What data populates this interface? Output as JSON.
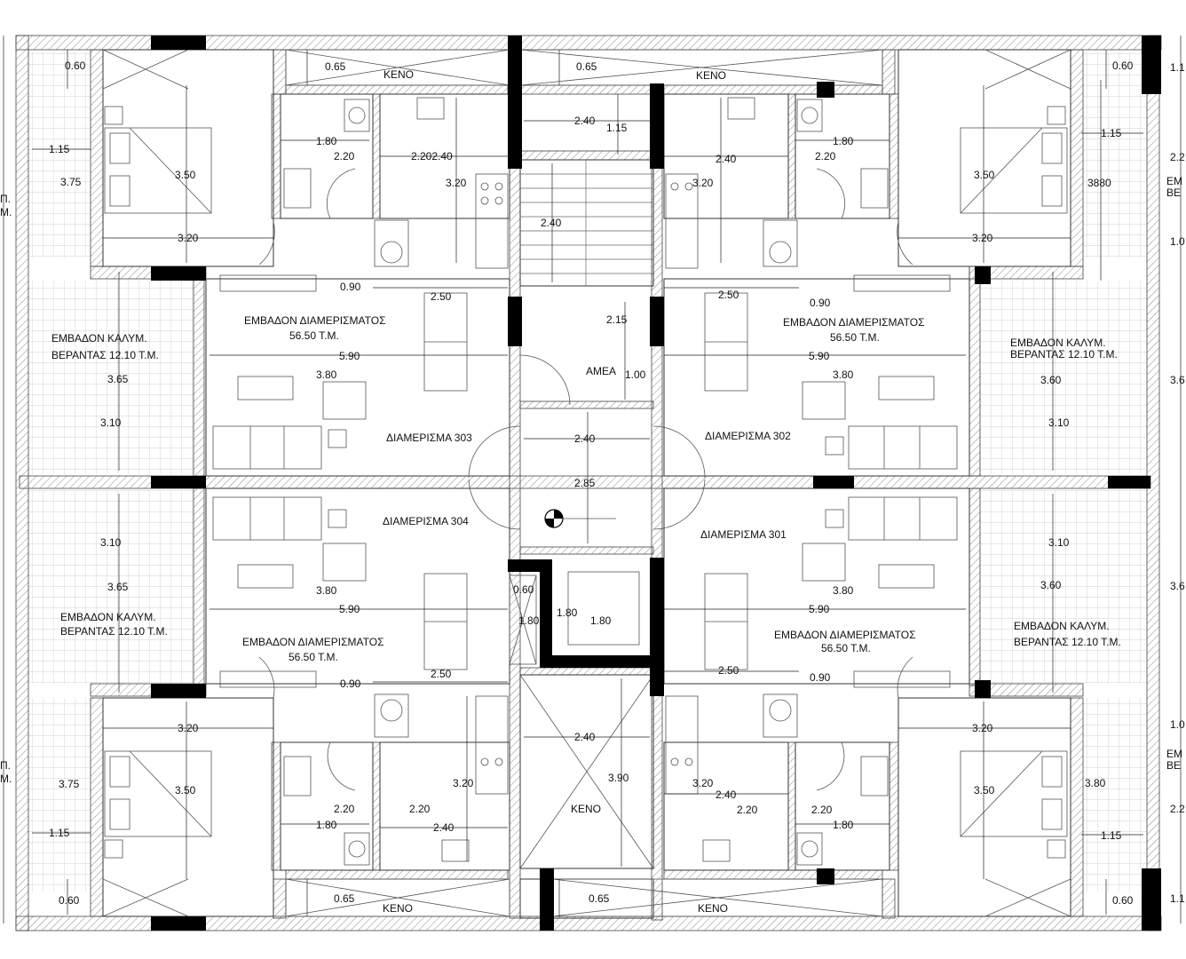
{
  "labels": {
    "apt_301": "ΔΙΑΜΕΡΙΣΜΑ 301",
    "apt_302": "ΔΙΑΜΕΡΙΣΜΑ 302",
    "apt_303": "ΔΙΑΜΕΡΙΣΜΑ 303",
    "apt_304": "ΔΙΑΜΕΡΙΣΜΑ 304",
    "area_label": "ΕΜΒΑΔΟΝ ΔΙΑΜΕΡΙΣΜΑΤΟΣ",
    "area_value": "56.50 Τ.Μ.",
    "veranda_label": "ΕΜΒΑΔΟΝ ΚΑΛΥΜ.",
    "veranda_value": "ΒΕΡΑΝΤΑΣ 12.10 Τ.Μ.",
    "void": "ΚΕΝΟ",
    "amea": "ΑΜΕΑ",
    "cut_left_1": "Π.",
    "cut_left_2": "Μ.",
    "cut_right_1": "ΕΜ",
    "cut_right_2": "ΒΕ"
  },
  "dims": {
    "d060": "0.60",
    "d065": "0.65",
    "d090": "0.90",
    "d100": "1.00",
    "d115": "1.15",
    "d180": "1.80",
    "d215": "2.15",
    "d220": "2.20",
    "d2202": "2.202.40",
    "d240": "2.40",
    "d250": "2.50",
    "d285": "2.85",
    "d310": "3.10",
    "d320": "3.20",
    "d350": "3.50",
    "d360": "3.60",
    "d365": "3.65",
    "d375": "3.75",
    "d380": "3.80",
    "d3880": "3880",
    "d390": "3.90",
    "d590": "5.90",
    "c11": "1.1",
    "c22": "2.2",
    "c10": "1.0",
    "c36": "3.6"
  },
  "colors": {
    "line": "#222222",
    "wall": "#000000",
    "hatch": "#888888",
    "tile": "#bbbbbb"
  }
}
